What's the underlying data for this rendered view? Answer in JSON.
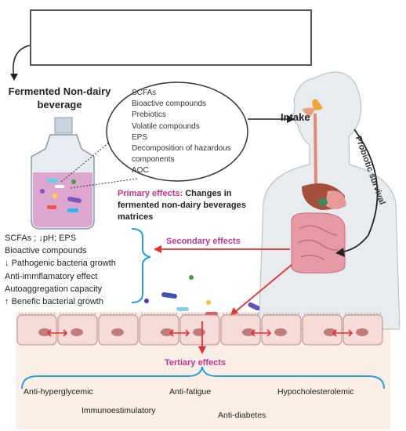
{
  "foods": [
    "corn-icon",
    "peas-icon",
    "orange-icon",
    "wheat-icon",
    "tomato-icon",
    "carrot-icon",
    "chickpea-icon"
  ],
  "fermented_title": "Fermented Non-dairy beverage",
  "compounds": [
    "SCFAs",
    "Bioactive compounds",
    "Prebiotics",
    "Volatile compounds",
    "EPS",
    "Decomposition of hazardous components",
    "AOC"
  ],
  "intake": "Intake",
  "probiotic_survival": "Probiotic survival",
  "primary_label": "Primary effects:",
  "primary_text": "Changes in fermented non-dairy beverages matrices",
  "secondary_label": "Secondary effects",
  "secondary_items": [
    {
      "arrow": "",
      "text": "SCFAs ; ↓pH; EPS"
    },
    {
      "arrow": "",
      "text": "Bioactive compounds"
    },
    {
      "arrow": "↓",
      "text": "Pathogenic bacteria growth"
    },
    {
      "arrow": "",
      "text": "Anti-immflamatory effect"
    },
    {
      "arrow": "",
      "text": "Autoaggregation capacity"
    },
    {
      "arrow": "↑",
      "text": "Benefic bacterial growth"
    }
  ],
  "tertiary_label": "Tertiary effects",
  "outcomes": {
    "anti_hyperglycemic": "Anti-hyperglycemic",
    "anti_fatigue": "Anti-fatigue",
    "hypocholesterolemic": "Hypocholesterolemic",
    "immunoestimulatory": "Immunoestimulatory",
    "anti_diabetes": "Anti-diabetes"
  },
  "colors": {
    "accent_pink": "#c2358e",
    "arrow_red": "#e5302e",
    "bracket_blue": "#2a9fd6",
    "cell_fill": "#f6dcd8",
    "cell_stroke": "#b58a86",
    "nucleus": "#c07b7d"
  }
}
